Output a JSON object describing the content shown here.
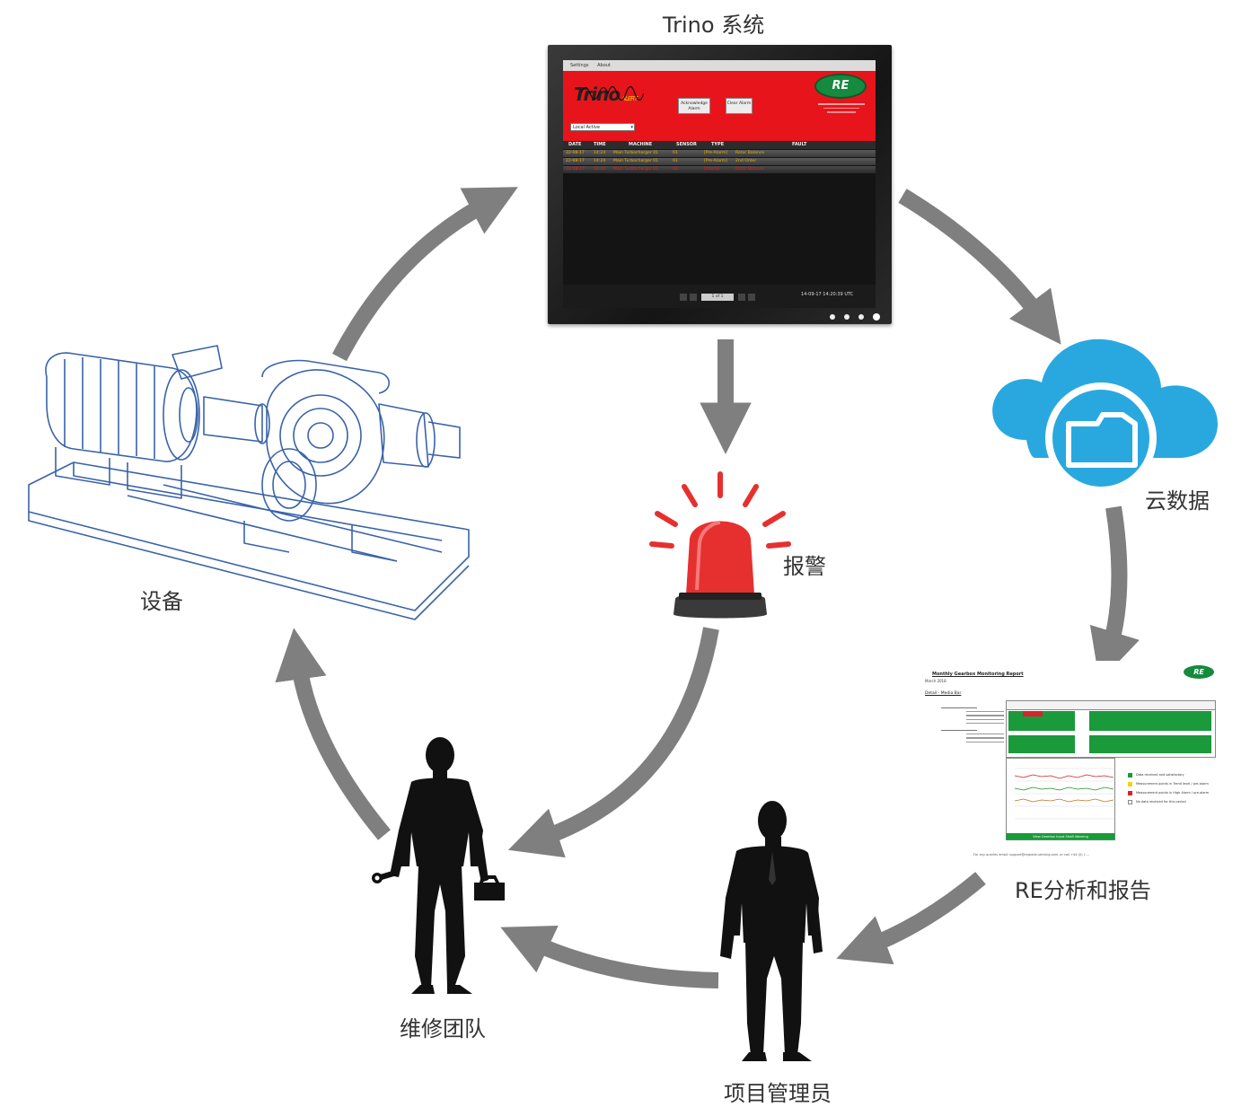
{
  "labels": {
    "trino": "Trino  系统",
    "cloud": "云数据",
    "alarm": "报警",
    "equipment": "设备",
    "report": "RE分析和报告",
    "maintenance": "维修团队",
    "manager": "项目管理员"
  },
  "monitor": {
    "menu": [
      "Settings",
      "About"
    ],
    "logo": "Trino",
    "logo_sub": "ALERT",
    "buttons": [
      "Acknowledge Alarm",
      "Clear Alarm"
    ],
    "brand": "RE",
    "filter": "Local Active",
    "columns": [
      "DATE",
      "TIME",
      "MACHINE",
      "SENSOR",
      "TYPE",
      "FAULT"
    ],
    "rows": [
      [
        "22-08-17",
        "14:24",
        "Main Turbocharger 01",
        "01",
        "[Pre-Alarm]",
        "Rotor Balance"
      ],
      [
        "22-08-17",
        "14:24",
        "Main Turbocharger 01",
        "01",
        "[Pre-Alarm]",
        "2nd Order"
      ],
      [
        "22-08-17",
        "14:24",
        "Main Turbocharger 01",
        "02",
        "[Alarm]",
        "Rotor Balance"
      ]
    ],
    "pager": "1 of 1",
    "timestamp": "14-09-17  14:20:39 UTC"
  },
  "report_doc": {
    "title": "Monthly Gearbox Monitoring Report",
    "subtitle": "March 2018",
    "section": "Detail - Media Bar",
    "legend": [
      "Data received and satisfactory",
      "Measurement points in Trend level / pre-alarm",
      "Measurement points in High Alarm / pre-alarm",
      "No data received for this period"
    ],
    "footer_bar": "View Gearbox Input Shaft Warning",
    "contact": "For any queries email: support@regrade-sensing.com, or call +44 (0) 1 ..."
  },
  "colors": {
    "arrow": "#7f7f7f",
    "monitor_header": "#e8141b",
    "cloud": "#29a8e0",
    "beacon": "#e63030",
    "report_green": "#1a9a3a"
  }
}
